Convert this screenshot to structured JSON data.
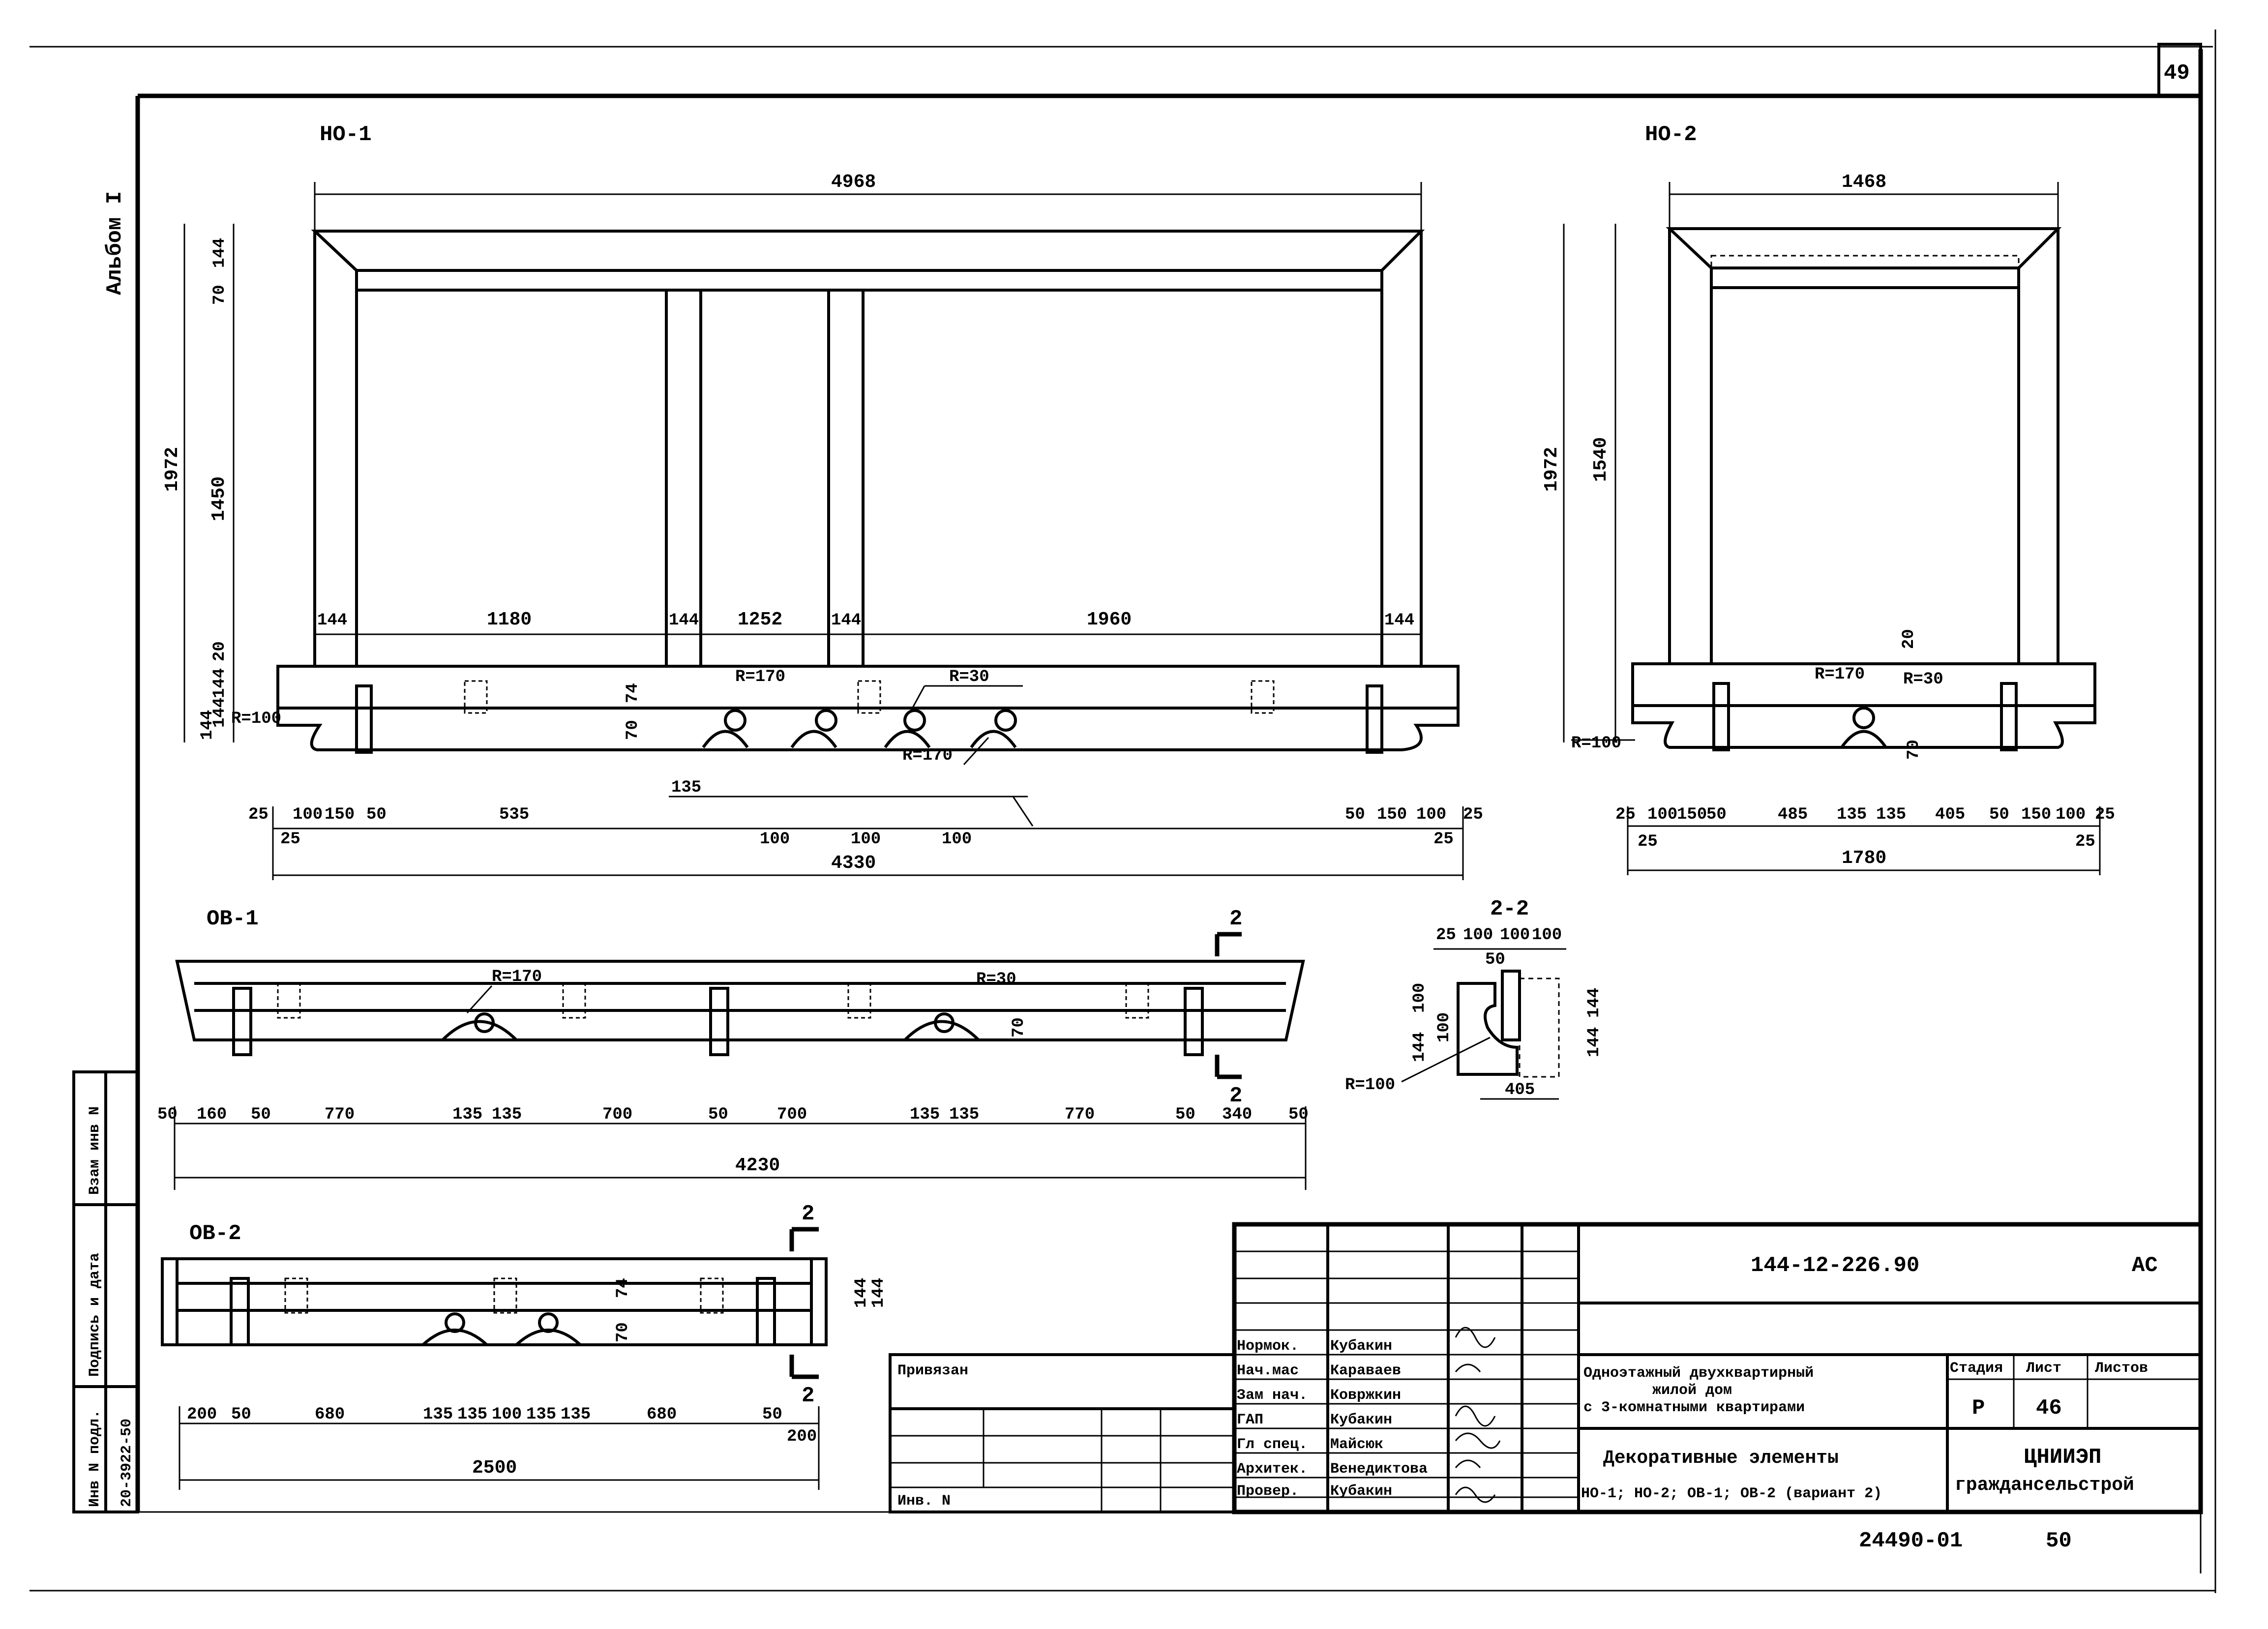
{
  "sheet": {
    "page_no": "49",
    "album": "Альбом I",
    "archive_no": "24490-01",
    "archive_page": "50"
  },
  "views": {
    "no1": {
      "title": "НО-1",
      "total_width": "4968",
      "total_height": "1972",
      "v_dims": [
        "144",
        "70",
        "1450",
        "20",
        "144",
        "144",
        "144",
        "74",
        "70"
      ],
      "column_dims": [
        "144",
        "1180",
        "144",
        "1252",
        "144",
        "1960",
        "144"
      ],
      "radii": [
        "R=170",
        "R=30",
        "R=170",
        "R=100"
      ],
      "bottom_dims": [
        "25",
        "100",
        "150",
        "50",
        "535",
        "135",
        "100",
        "100",
        "100",
        "50",
        "150",
        "100",
        "25",
        "25",
        "25"
      ],
      "overall_bottom": "4330"
    },
    "no2": {
      "title": "НО-2",
      "total_width": "1468",
      "total_height": "1972",
      "inner_height": "1540",
      "v_dims": [
        "20",
        "70"
      ],
      "radii": [
        "R=170",
        "R=30",
        "R=100"
      ],
      "bottom_dims": [
        "25",
        "100",
        "150",
        "50",
        "485",
        "135",
        "135",
        "405",
        "50",
        "150",
        "100",
        "25",
        "25",
        "25"
      ],
      "overall_bottom": "1780"
    },
    "ob1": {
      "title": "ОВ-1",
      "section_mark": "2",
      "radii": [
        "R=170",
        "R=30"
      ],
      "v_dims": [
        "70"
      ],
      "bottom_dims": [
        "50",
        "160",
        "50",
        "770",
        "135",
        "135",
        "700",
        "50",
        "700",
        "135",
        "135",
        "770",
        "50",
        "340",
        "50"
      ],
      "overall_bottom": "4230"
    },
    "ob2": {
      "title": "ОВ-2",
      "section_mark": "2",
      "v_dims": [
        "74",
        "70",
        "144",
        "144"
      ],
      "bottom_dims": [
        "200",
        "50",
        "680",
        "135",
        "135",
        "100",
        "135",
        "135",
        "680",
        "50",
        "200"
      ],
      "overall_bottom": "2500"
    },
    "section": {
      "title": "2-2",
      "top_dims": [
        "25",
        "100",
        "100",
        "100",
        "50"
      ],
      "left_dims": [
        "100",
        "100",
        "144"
      ],
      "right_dims": [
        "144",
        "144"
      ],
      "bottom_dim": "405",
      "radius": "R=100"
    }
  },
  "side_stamp": {
    "labels": [
      "Инв N подл.",
      "Подпись и дата",
      "Взам инв N"
    ],
    "inv_value": "20-3922-50"
  },
  "binding": {
    "label": "Привязан",
    "inv_label": "Инв. N"
  },
  "title_block": {
    "doc_code": "144-12-226.90",
    "doc_suffix": "АС",
    "people": [
      {
        "role": "Нормок.",
        "name": "Кубакин"
      },
      {
        "role": "Нач.мас",
        "name": "Караваев"
      },
      {
        "role": "Зам нач.",
        "name": "Ковржкин"
      },
      {
        "role": "ГАП",
        "name": "Кубакин"
      },
      {
        "role": "Гл спец.",
        "name": "Майсюк"
      },
      {
        "role": "Архитек.",
        "name": "Венедиктова"
      },
      {
        "role": "Провер.",
        "name": "Кубакин"
      }
    ],
    "project_line1": "Одноэтажный двухквартирный",
    "project_line2": "жилой дом",
    "project_line3": "с 3-комнатными квартирами",
    "sheet_line1": "Декоративные элементы",
    "sheet_line2": "НО-1; НО-2; ОВ-1; ОВ-2 (вариант 2)",
    "stage_header": "Стадия",
    "sheet_header": "Лист",
    "sheets_header": "Листов",
    "stage": "Р",
    "sheet": "46",
    "org_line1": "ЦНИИЭП",
    "org_line2": "граждансельстрой"
  }
}
